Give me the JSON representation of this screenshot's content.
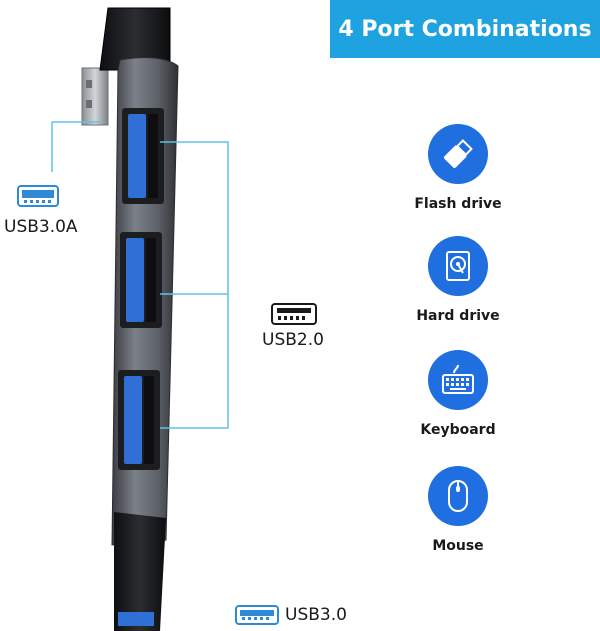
{
  "banner": {
    "title": "4 Port Combinations"
  },
  "ports": {
    "left_label": "USB3.0A",
    "middle_label": "USB2.0",
    "bottom_label": "USB3.0"
  },
  "devices": [
    {
      "label": "Flash drive",
      "icon": "flash-drive-icon"
    },
    {
      "label": "Hard drive",
      "icon": "hard-drive-icon"
    },
    {
      "label": "Keyboard",
      "icon": "keyboard-icon"
    },
    {
      "label": "Mouse",
      "icon": "mouse-icon"
    }
  ],
  "colors": {
    "banner": "#1fa3e0",
    "icon_circle": "#1f6fe0",
    "port_blue": "#2f6fd6",
    "hub_body": "#5b5f66",
    "connector_line": "#5fc3e6"
  }
}
